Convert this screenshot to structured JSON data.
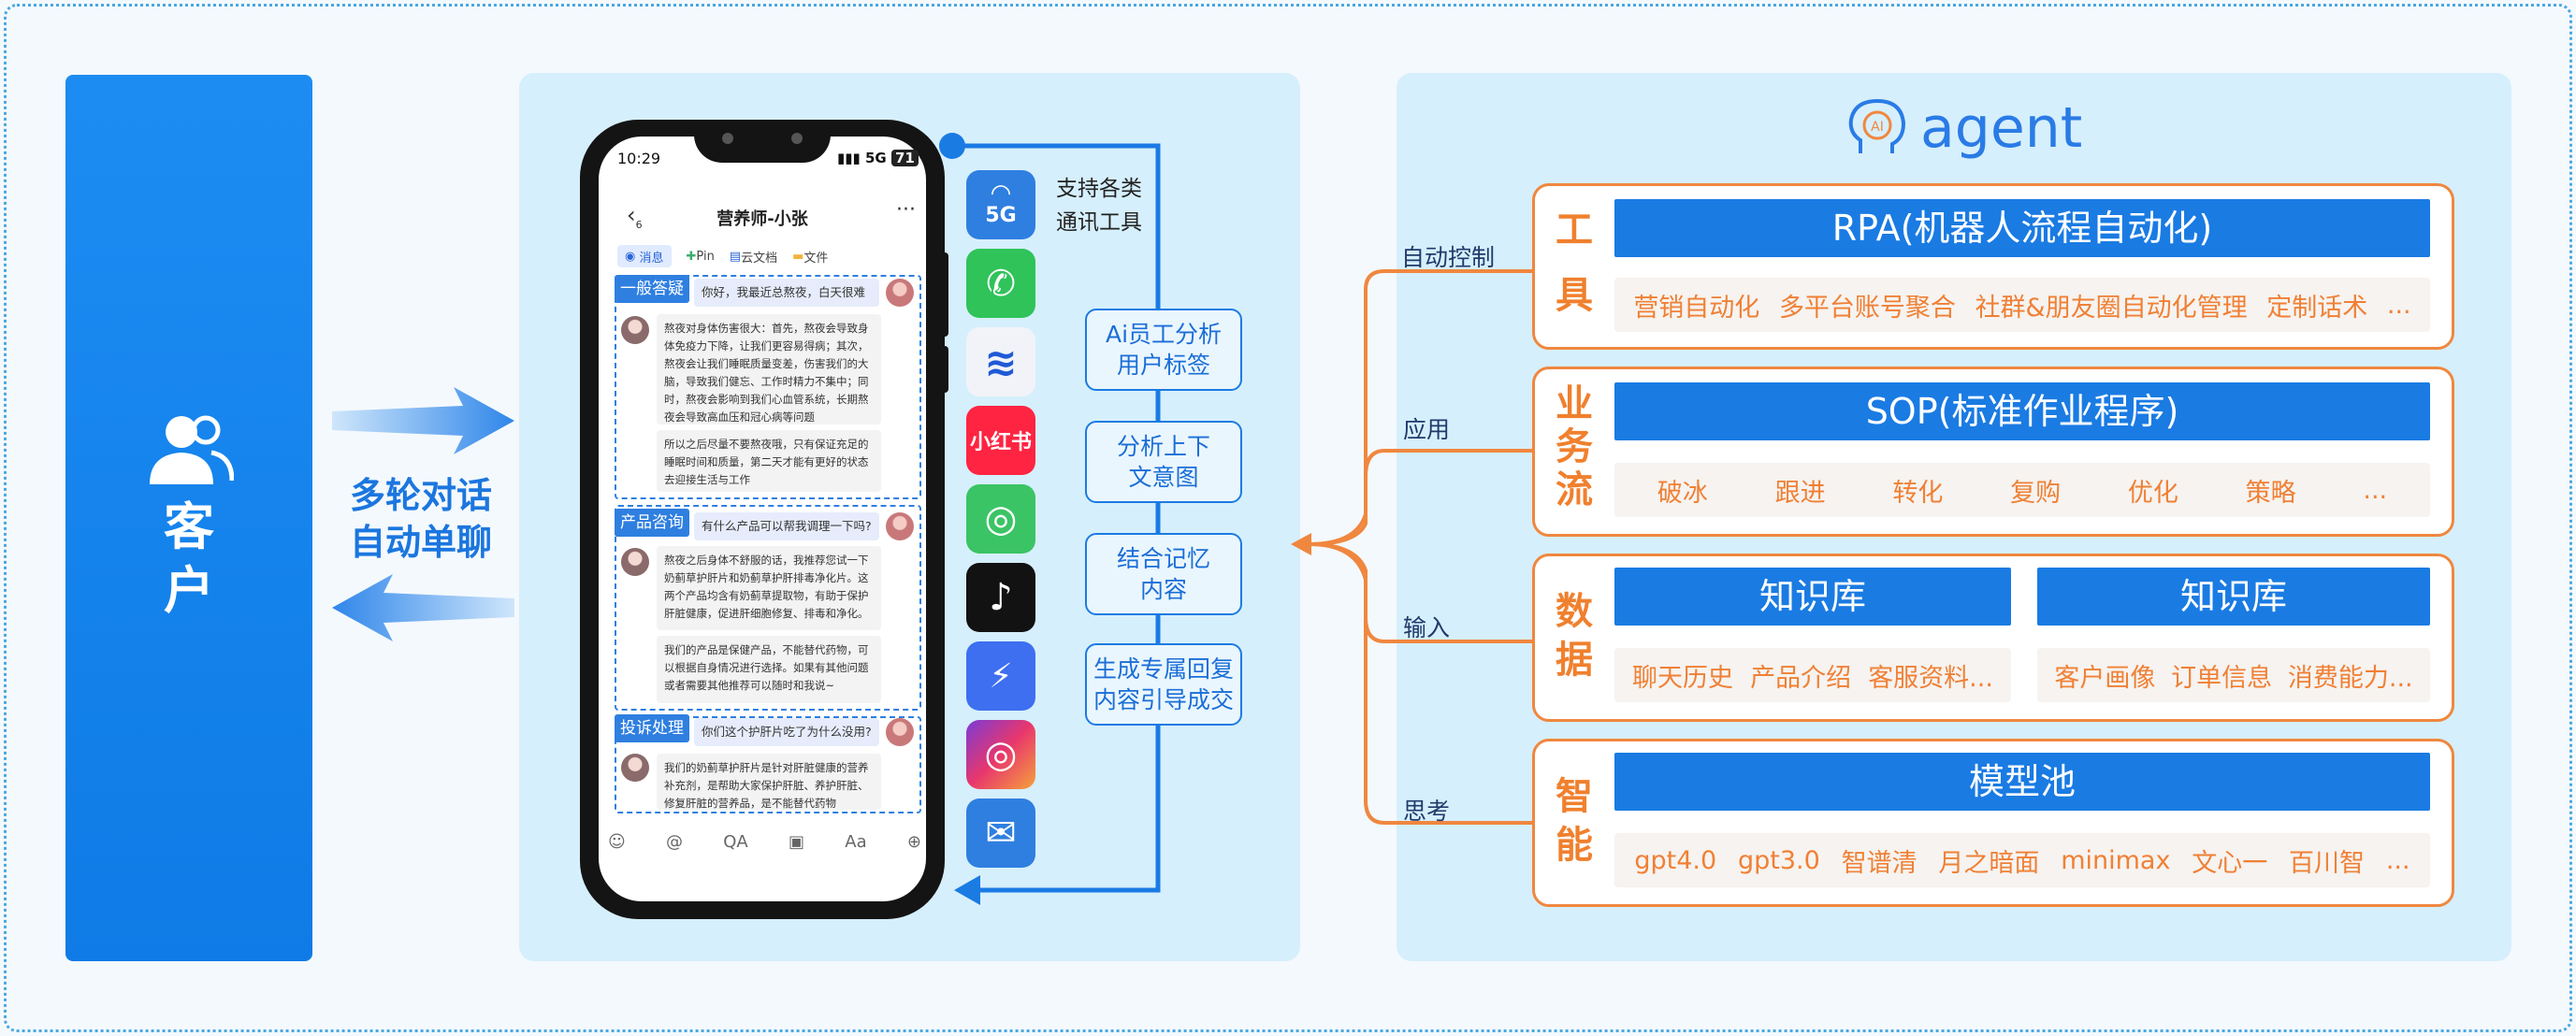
{
  "customer": {
    "label": "客户"
  },
  "multiturn": {
    "line1": "多轮对话",
    "line2": "自动单聊"
  },
  "phone": {
    "time": "10:29",
    "status": "5G",
    "battery": "71",
    "back_count": "6",
    "title": "营养师-小张",
    "tabs": [
      "消息",
      "Pin",
      "云文档",
      "文件"
    ],
    "conversations": [
      {
        "tag": "一般答疑",
        "question": "你好，我最近总熬夜，白天很难受",
        "answers": [
          "熬夜对身体伤害很大：首先，熬夜会导致身体免疫力下降，让我们更容易得病；其次，熬夜会让我们睡眠质量变差，伤害我们的大脑，导致我们健忘、工作时精力不集中；同时，熬夜会影响到我们心血管系统，长期熬夜会导致高血压和冠心病等问题",
          "所以之后尽量不要熬夜哦，只有保证充足的睡眠时间和质量，第二天才能有更好的状态去迎接生活与工作"
        ]
      },
      {
        "tag": "产品咨询",
        "question": "有什么产品可以帮我调理一下吗?",
        "answers": [
          "熬夜之后身体不舒服的话，我推荐您试一下奶蓟草护肝片和奶蓟草护肝排毒净化片。这两个产品均含有奶蓟草提取物，有助于保护肝脏健康，促进肝细胞修复、排毒和净化。",
          "我们的产品是保健产品，不能替代药物，可以根据自身情况进行选择。如果有其他问题或者需要其他推荐可以随时和我说~"
        ]
      },
      {
        "tag": "投诉处理",
        "question": "你们这个护肝片吃了为什么没用?",
        "answers": [
          "我们的奶蓟草护肝片是针对肝脏健康的营养补充剂，是帮助大家保护肝脏、养护肝脏、修复肝脏的营养品，是不能替代药物"
        ]
      }
    ],
    "toolbar": [
      "☺",
      "@",
      "QA",
      "▣",
      "Aa",
      "⊕"
    ]
  },
  "apps": [
    {
      "name": "5g-message",
      "text": "5G",
      "color": "#2f7fe0"
    },
    {
      "name": "whatsapp",
      "text": "✆",
      "color": "#2fc35a"
    },
    {
      "name": "feishu",
      "text": "≋",
      "color": "#f1f3f8"
    },
    {
      "name": "xiaohongshu",
      "text": "小红书",
      "color": "#ff2442"
    },
    {
      "name": "wechat-work",
      "text": "◎",
      "color": "#3bc465"
    },
    {
      "name": "tiktok",
      "text": "♪",
      "color": "#121212"
    },
    {
      "name": "messenger",
      "text": "⚡",
      "color": "#3d6ff0"
    },
    {
      "name": "instagram",
      "text": "◎",
      "color": "#d83a8e"
    },
    {
      "name": "email",
      "text": "✉",
      "color": "#2f7fe0"
    }
  ],
  "support": {
    "line1": "支持各类",
    "line2": "通讯工具"
  },
  "steps": [
    {
      "line1": "Ai员工分析",
      "line2": "用户标签"
    },
    {
      "line1": "分析上下",
      "line2": "文意图"
    },
    {
      "line1": "结合记忆",
      "line2": "内容"
    },
    {
      "line1": "生成专属回复",
      "line2": "内容引导成交"
    }
  ],
  "agent": {
    "logo": "AI",
    "title": "agent",
    "branches": [
      "自动控制",
      "应用",
      "输入",
      "思考"
    ],
    "rows": [
      {
        "label": [
          "工",
          "具"
        ],
        "bars": [
          "RPA(机器人流程自动化)"
        ],
        "chips": [
          [
            "营销自动化",
            "多平台账号聚合",
            "社群&朋友圈自动化管理",
            "定制话术",
            "..."
          ]
        ]
      },
      {
        "label": [
          "业",
          "务",
          "流"
        ],
        "bars": [
          "SOP(标准作业程序)"
        ],
        "chips": [
          [
            "破冰",
            "跟进",
            "转化",
            "复购",
            "优化",
            "策略",
            "..."
          ]
        ]
      },
      {
        "label": [
          "数",
          "据"
        ],
        "bars": [
          "知识库",
          "知识库"
        ],
        "chips": [
          [
            "聊天历史",
            "产品介绍",
            "客服资料..."
          ],
          [
            "客户画像",
            "订单信息",
            "消费能力..."
          ]
        ]
      },
      {
        "label": [
          "智",
          "能"
        ],
        "bars": [
          "模型池"
        ],
        "chips": [
          [
            "gpt4.0",
            "gpt3.0",
            "智谱清",
            "月之暗面",
            "minimax",
            "文心一",
            "百川智",
            "..."
          ]
        ]
      }
    ]
  },
  "colors": {
    "blue": "#1a7be3",
    "orange": "#f0873f",
    "panel": "#d6effc"
  }
}
